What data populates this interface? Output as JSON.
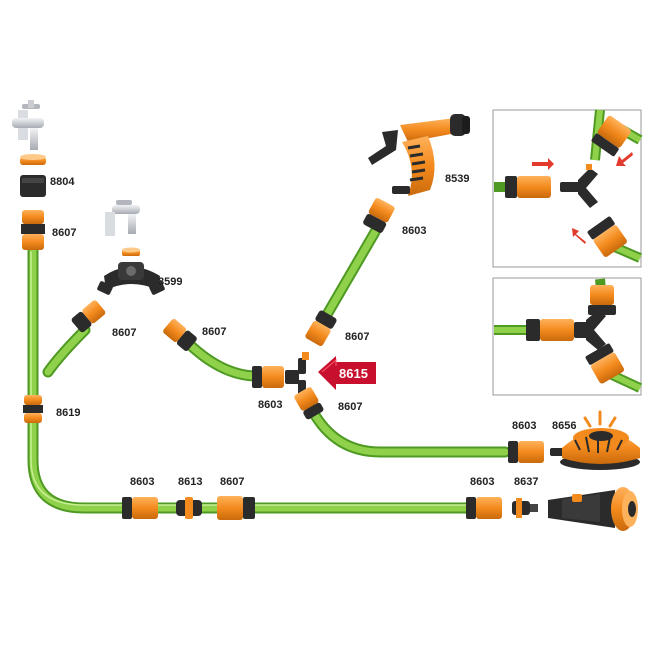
{
  "colors": {
    "hose": "#7cc43f",
    "hose_light": "#b7e27c",
    "hose_dark": "#4f9a22",
    "orange": "#f38a1d",
    "orange_light": "#ffb25c",
    "dark": "#2b2b2b",
    "grey": "#555555",
    "badge": "#c8102e",
    "inset_border": "#9a9a9a",
    "arrow_small": "#e23b2e",
    "tap": "#c9ccd1"
  },
  "labels": {
    "l_8804": "8804",
    "l_8607_a": "8607",
    "l_8599": "8599",
    "l_8607_b": "8607",
    "l_8607_c": "8607",
    "l_8539": "8539",
    "l_8603_a": "8603",
    "l_8607_d": "8607",
    "l_8603_b": "8603",
    "l_8607_e": "8607",
    "l_8619": "8619",
    "l_8603_c": "8603",
    "l_8656": "8656",
    "l_8603_d": "8603",
    "l_8613": "8613",
    "l_8607_f": "8607",
    "l_8603_e": "8603",
    "l_8637": "8637"
  },
  "badge": {
    "code": "8615"
  },
  "icons": {
    "tap": "garden-tap-icon",
    "spray_gun": "spray-gun-icon",
    "sprinkler": "sprinkler-icon",
    "nozzle": "nozzle-lance-icon",
    "arrow": "red-pointer-arrow-icon"
  }
}
